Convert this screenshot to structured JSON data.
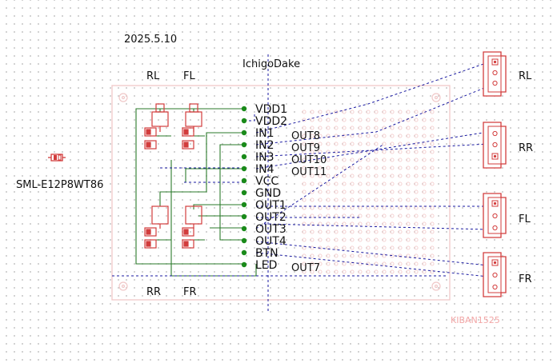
{
  "header": {
    "date": "2025.5.10"
  },
  "part": {
    "name": "SML-E12P8WT86"
  },
  "board_module": {
    "name": "IchigoDake",
    "pins": [
      "VDD1",
      "VDD2",
      "IN1",
      "IN2",
      "IN3",
      "IN4",
      "VCC",
      "GND",
      "OUT1",
      "OUT2",
      "OUT3",
      "OUT4",
      "BTN",
      "LED"
    ],
    "out_labels": [
      "OUT8",
      "OUT9",
      "OUT10",
      "OUT11",
      "OUT7"
    ]
  },
  "led_labels": {
    "top_left": "RL",
    "top_right": "FL",
    "bottom_left": "RR",
    "bottom_right": "FR"
  },
  "connectors": [
    "RL",
    "RR",
    "FL",
    "FR"
  ],
  "watermark": "KIBAN1525",
  "colors": {
    "pcb_outline": "#f0c8c8",
    "connector": "#d23c3c",
    "wire_green": "#2a7a2a",
    "ratsnest": "#1a1aa0",
    "pin_dot": "#1a8a1a"
  }
}
